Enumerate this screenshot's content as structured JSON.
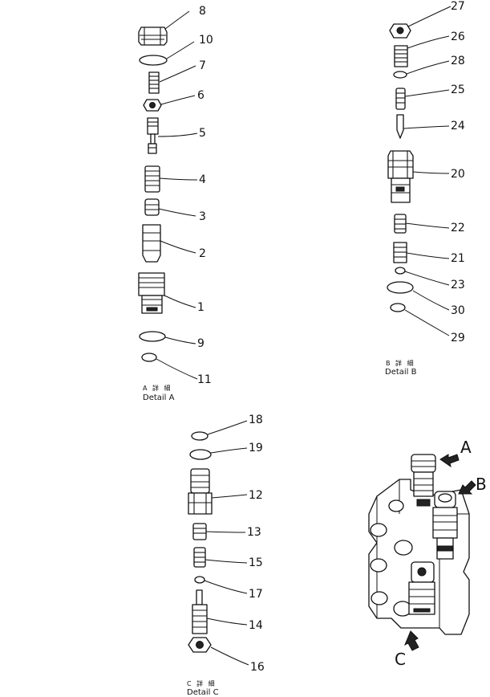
{
  "callouts": {
    "a": [
      "8",
      "10",
      "7",
      "6",
      "5",
      "4",
      "3",
      "2",
      "1",
      "9",
      "11"
    ],
    "b": [
      "27",
      "26",
      "28",
      "25",
      "24",
      "20",
      "22",
      "21",
      "23",
      "30",
      "29"
    ],
    "c": [
      "18",
      "19",
      "12",
      "13",
      "15",
      "17",
      "14",
      "16"
    ]
  },
  "captions": {
    "a_jp": "A 詳 細",
    "a_en": "Detail A",
    "b_jp": "B 詳 細",
    "b_en": "Detail B",
    "c_jp": "C 詳 細",
    "c_en": "Detail C"
  },
  "view_letters": {
    "a": "A",
    "b": "B",
    "c": "C"
  }
}
